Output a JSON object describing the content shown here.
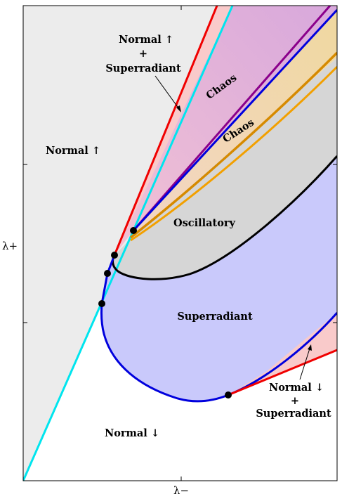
{
  "axes": {
    "x_label": "λ−",
    "y_label": "λ+"
  },
  "regions": {
    "normal_up_super_top": "Normal ↑",
    "normal_up_super_plus": "+",
    "normal_up_super_bottom": "Superradiant",
    "chaos_upper": "Chaos",
    "chaos_lower": "Chaos",
    "normal_up": "Normal ↑",
    "oscillatory": "Oscillatory",
    "superradiant": "Superradiant",
    "normal_down_super_top": "Normal ↓",
    "normal_down_super_plus": "+",
    "normal_down_super_bottom": "Superradiant",
    "normal_down": "Normal ↓"
  },
  "colors": {
    "normal_up_fill": "#ececec",
    "oscillatory_fill": "#d6d6d6",
    "superradiant_fill": "#c9c9fb",
    "coexistence_fill": "#f9caca",
    "chaos_upper_fill": "#d9a9d9",
    "chaos_lower_fill": "#efd3a6",
    "red_line": "#f00000",
    "cyan_line": "#00e5ee",
    "purple_line": "#8b008b",
    "blue_line": "#0000dd",
    "orange_line": "#f2a000",
    "black_line": "#000000"
  }
}
